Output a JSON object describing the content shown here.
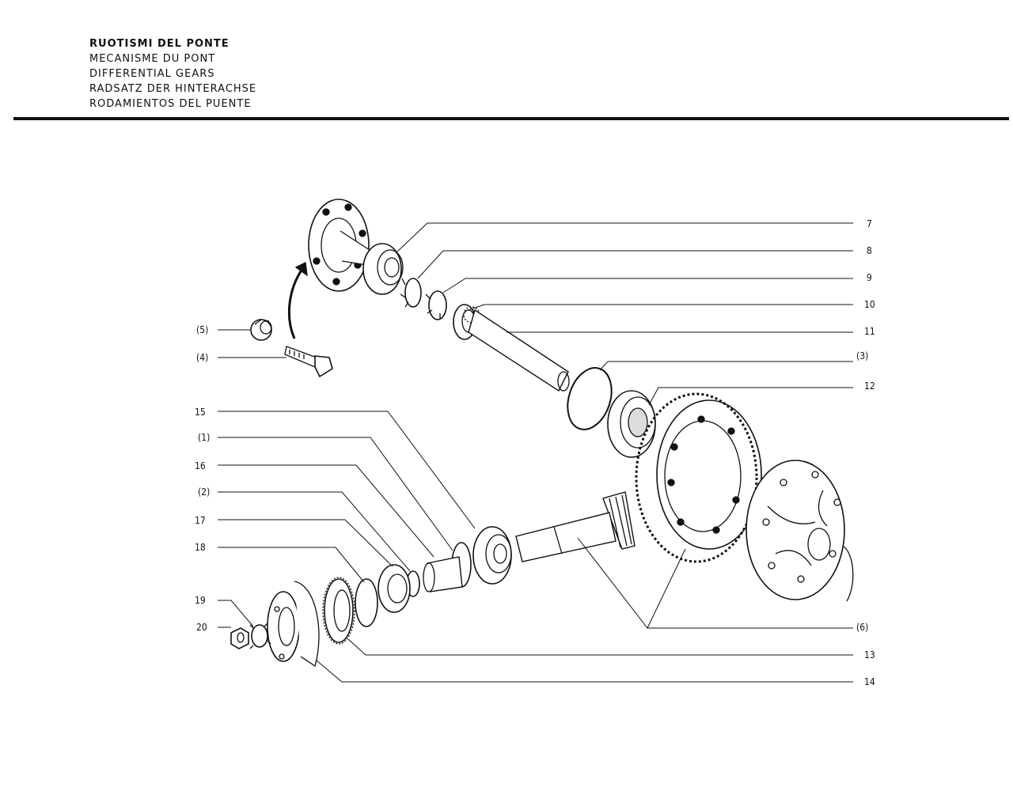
{
  "header": {
    "titles": [
      "RUOTISMI DEL PONTE",
      "MECANISME DU PONT",
      "DIFFERENTIAL GEARS",
      "RADSATZ DER HINTERACHSE",
      "RODAMIENTOS DEL PUENTE"
    ]
  },
  "callouts": {
    "right": [
      "7",
      "8",
      "9",
      "10",
      "11",
      "(3)",
      "12",
      "(6)",
      "13",
      "14"
    ],
    "left": [
      "(5)",
      "(4)",
      "15",
      "(1)",
      "16",
      "(2)",
      "17",
      "18",
      "19",
      "20"
    ]
  }
}
